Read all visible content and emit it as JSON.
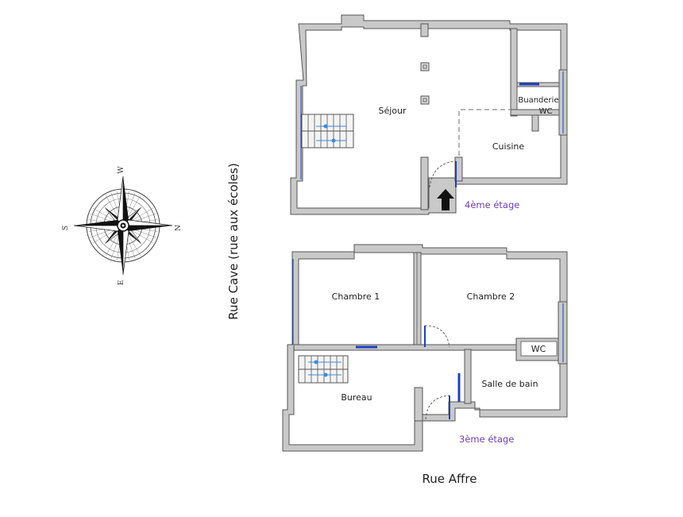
{
  "rooms_upper": {
    "sejour": "Séjour",
    "buanderie": "Buanderie",
    "wc": "WC",
    "cuisine": "Cuisine"
  },
  "floor_upper": "4ème étage",
  "rooms_lower": {
    "chambre1": "Chambre 1",
    "chambre2": "Chambre 2",
    "wc": "WC",
    "salle_de_bain": "Salle de bain",
    "bureau": "Bureau"
  },
  "floor_lower": "3ème étage",
  "streets": {
    "south": "Rue Affre",
    "west": "Rue Cave (rue aux écoles)"
  },
  "compass": {
    "w": "W",
    "n": "N",
    "s": "S",
    "e": "E"
  },
  "colors": {
    "wall": "#c9c9c9",
    "wall_stroke": "#555555",
    "window": "#1f3fbf",
    "floor_label": "#6a3fb3"
  }
}
